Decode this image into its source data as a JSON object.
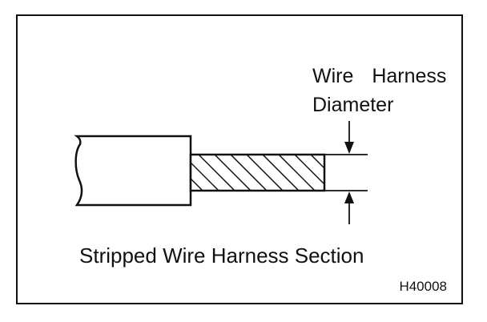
{
  "figure": {
    "label_line_1": "Wire Harness",
    "label_line_2": "Diameter",
    "caption": "Stripped Wire Harness Section",
    "code": "H40008"
  }
}
